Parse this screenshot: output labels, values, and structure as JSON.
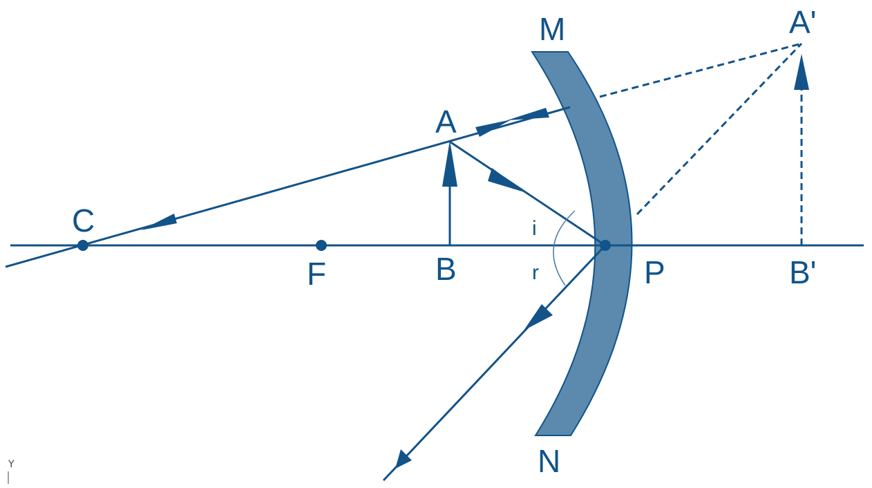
{
  "labels": {
    "mirror_top": "M",
    "mirror_bottom": "N",
    "image_tip": "A'",
    "object_tip": "A",
    "center_of_curvature": "C",
    "focus": "F",
    "object_base": "B",
    "pole": "P",
    "image_base": "B'",
    "incidence_angle": "i",
    "reflection_angle": "r",
    "corner_mark": "Y"
  },
  "colors": {
    "line": "#125389",
    "mirror_fill": "#5b8aae",
    "background": "#ffffff"
  }
}
